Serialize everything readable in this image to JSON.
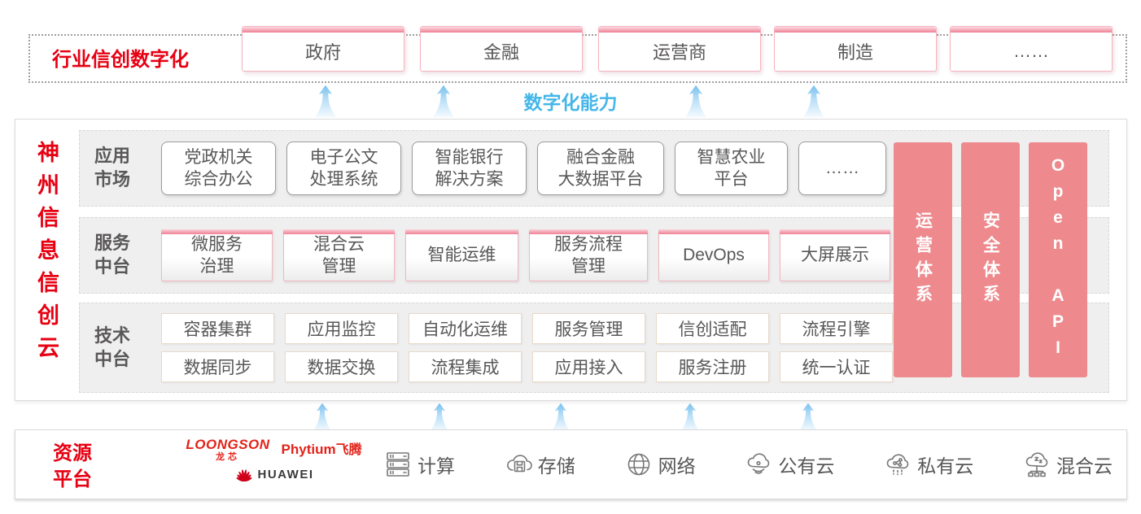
{
  "colors": {
    "brand_red": "#e60012",
    "capability_blue": "#45b6e8",
    "pillar_pink": "#ee8a8e"
  },
  "industry_panel": {
    "title": "行业信创数字化",
    "boxes": [
      "政府",
      "金融",
      "运营商",
      "制造",
      "……"
    ]
  },
  "capability": {
    "label": "数字化能力"
  },
  "platform": {
    "vertical_title": "神州信息信创云",
    "rows": [
      {
        "label": "应用\n市场",
        "cards": [
          "党政机关\n综合办公",
          "电子公文\n处理系统",
          "智能银行\n解决方案",
          "融合金融\n大数据平台",
          "智慧农业\n平台",
          "……"
        ]
      },
      {
        "label": "服务\n中台",
        "cards": [
          "微服务\n治理",
          "混合云\n管理",
          "智能运维",
          "服务流程\n管理",
          "DevOps",
          "大屏展示"
        ]
      },
      {
        "label": "技术\n中台",
        "cards_row1": [
          "容器集群",
          "应用监控",
          "自动化运维",
          "服务管理",
          "信创适配",
          "流程引擎"
        ],
        "cards_row2": [
          "数据同步",
          "数据交换",
          "流程集成",
          "应用接入",
          "服务注册",
          "统一认证"
        ]
      }
    ],
    "pillars": [
      "运营体系",
      "安全体系",
      "Open API"
    ]
  },
  "resource_platform": {
    "label": "资源\n平台",
    "vendors": {
      "loongson": "LOONGSON",
      "loongson_cn": "龙芯",
      "phytium": "Phytium",
      "phytium_cn": "飞腾",
      "huawei": "HUAWEI"
    },
    "items": [
      {
        "icon": "compute-server-icon",
        "label": "计算"
      },
      {
        "icon": "storage-cloud-icon",
        "label": "存储"
      },
      {
        "icon": "network-globe-icon",
        "label": "网络"
      },
      {
        "icon": "public-cloud-icon",
        "label": "公有云"
      },
      {
        "icon": "private-cloud-icon",
        "label": "私有云"
      },
      {
        "icon": "hybrid-cloud-icon",
        "label": "混合云"
      }
    ]
  }
}
